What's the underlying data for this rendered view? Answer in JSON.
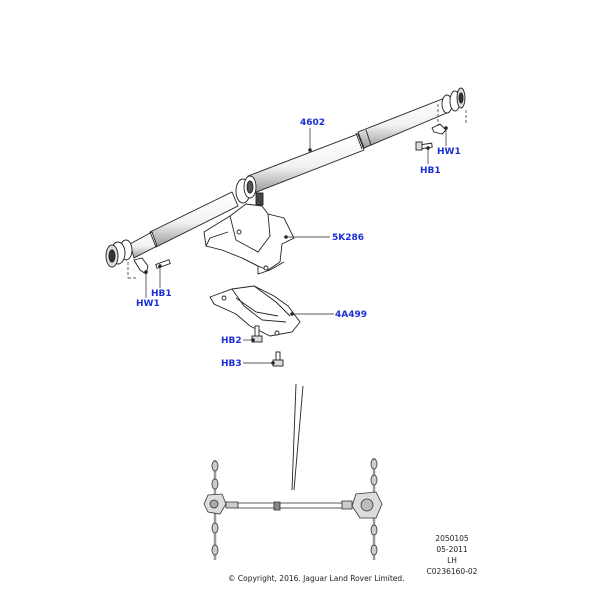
{
  "callouts": {
    "propshaft": "4602",
    "hw1_right": "HW1",
    "hb1_right": "HB1",
    "heat_shield": "5K286",
    "hb1_left": "HB1",
    "hw1_left": "HW1",
    "bracket": "4A499",
    "hb2": "HB2",
    "hb3": "HB3"
  },
  "meta": {
    "code": "2050105",
    "date": "05-2011",
    "side": "LH",
    "illustration_id": "C0236160-02"
  },
  "copyright": "© Copyright, 2016. Jaguar Land Rover Limited.",
  "colors": {
    "callout": "#1a2fd6",
    "line": "#222222",
    "part_fill": "#ffffff",
    "shade": "#bbbbbb"
  }
}
